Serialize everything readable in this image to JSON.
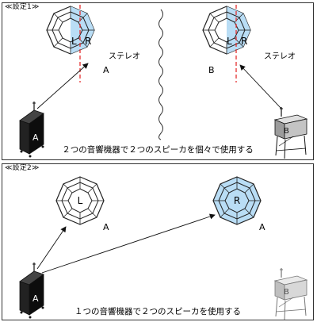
{
  "panel1": {
    "title": "≪設定1≫",
    "left_speaker": {
      "label_l": "L",
      "label_r": "R",
      "name": "A",
      "tag": "ステレオ"
    },
    "right_speaker": {
      "label_l": "L",
      "label_r": "R",
      "name": "B",
      "tag": "ステレオ"
    },
    "device_left": {
      "label": "A"
    },
    "device_right": {
      "label": "B"
    },
    "caption": "２つの音響機器で２つのスピーカを個々で使用する"
  },
  "panel2": {
    "title": "≪設定2≫",
    "speaker_l": {
      "label": "L",
      "name": "A"
    },
    "speaker_r": {
      "label": "R",
      "name": "A"
    },
    "device_a": {
      "label": "A"
    },
    "device_b": {
      "label": "B"
    },
    "caption": "１つの音響機器で２つのスピーカを使用する"
  },
  "colors": {
    "speaker_blue": "#b9ddf5",
    "divider_red": "#e53030",
    "device_dark": "#1a1a1a",
    "device_gray": "#b8b8b8"
  }
}
